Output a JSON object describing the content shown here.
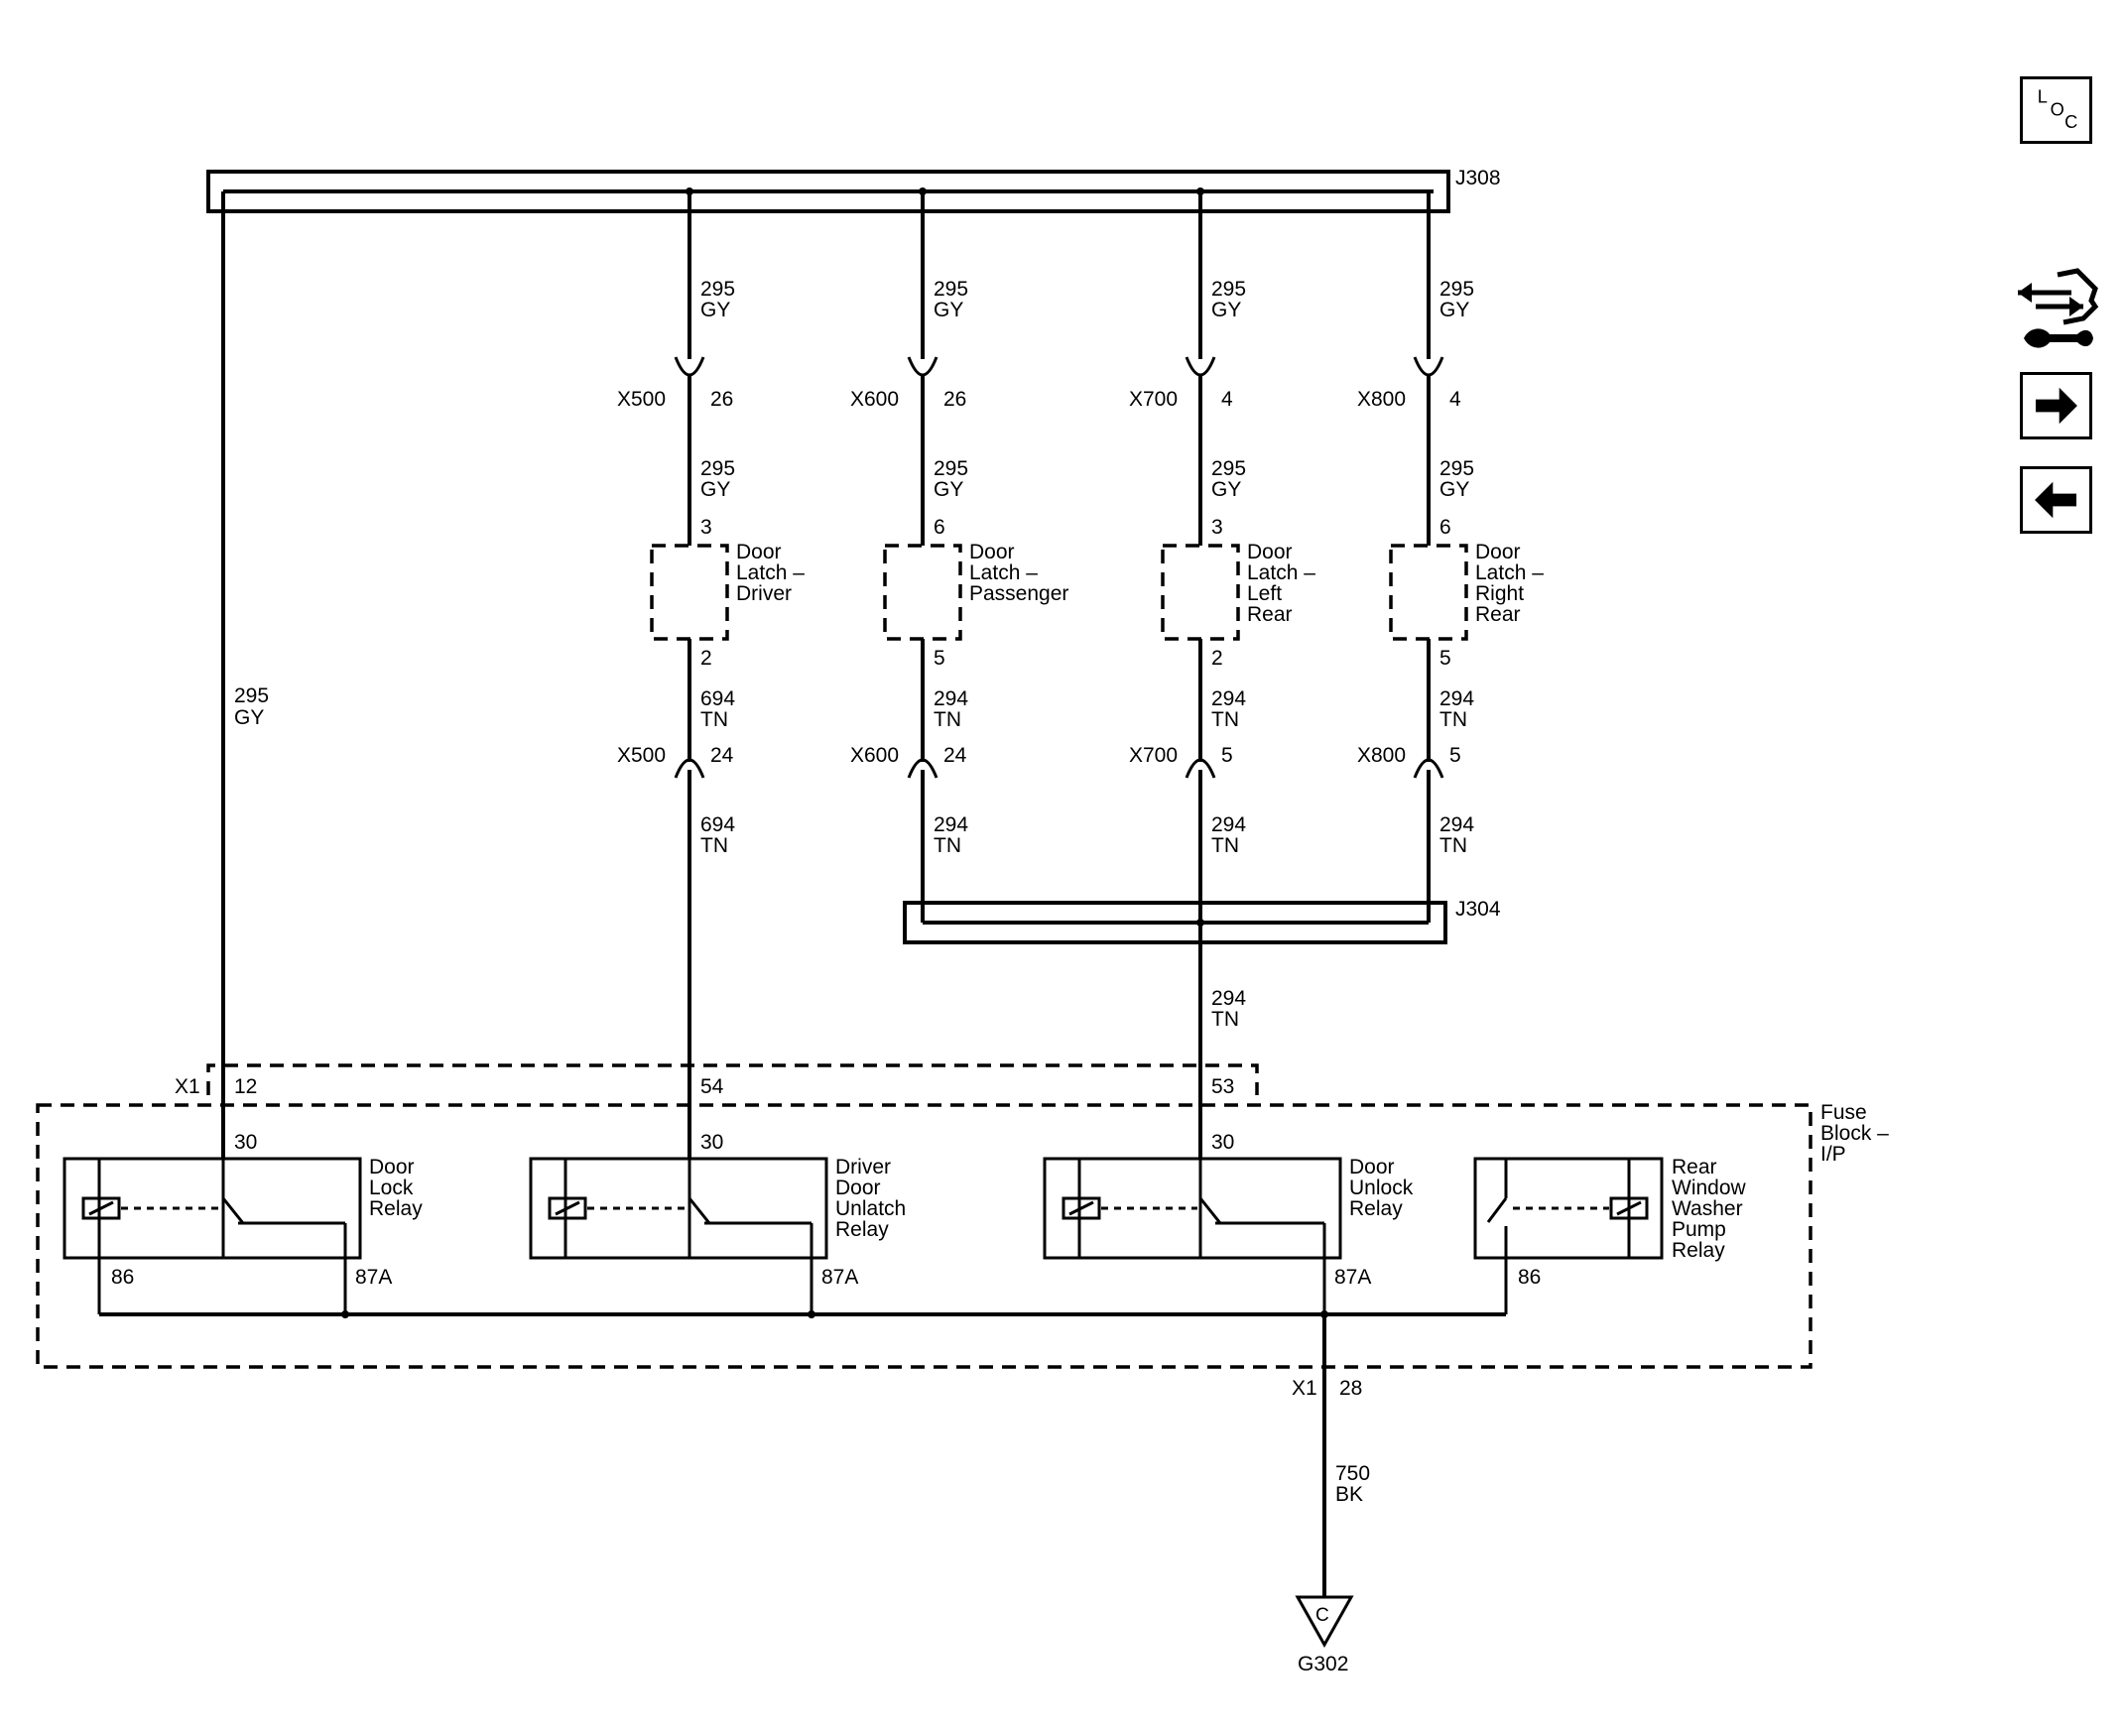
{
  "junctions": {
    "top": "J308",
    "mid": "J304"
  },
  "wires": {
    "feed_left": {
      "circuit": "295",
      "color": "GY"
    },
    "upper": [
      {
        "circuit": "295",
        "color": "GY"
      },
      {
        "circuit": "295",
        "color": "GY"
      },
      {
        "circuit": "295",
        "color": "GY"
      },
      {
        "circuit": "295",
        "color": "GY"
      }
    ],
    "mid_upper": [
      {
        "circuit": "295",
        "color": "GY"
      },
      {
        "circuit": "295",
        "color": "GY"
      },
      {
        "circuit": "295",
        "color": "GY"
      },
      {
        "circuit": "295",
        "color": "GY"
      }
    ],
    "mid_lower": [
      {
        "circuit": "694",
        "color": "TN"
      },
      {
        "circuit": "294",
        "color": "TN"
      },
      {
        "circuit": "294",
        "color": "TN"
      },
      {
        "circuit": "294",
        "color": "TN"
      }
    ],
    "lower": [
      {
        "circuit": "694",
        "color": "TN"
      },
      {
        "circuit": "294",
        "color": "TN"
      },
      {
        "circuit": "294",
        "color": "TN"
      },
      {
        "circuit": "294",
        "color": "TN"
      }
    ],
    "j304_out": {
      "circuit": "294",
      "color": "TN"
    },
    "ground": {
      "circuit": "750",
      "color": "BK"
    }
  },
  "connectors_upper": [
    {
      "name": "X500",
      "pin": "26"
    },
    {
      "name": "X600",
      "pin": "26"
    },
    {
      "name": "X700",
      "pin": "4"
    },
    {
      "name": "X800",
      "pin": "4"
    }
  ],
  "connectors_lower": [
    {
      "name": "X500",
      "pin": "24"
    },
    {
      "name": "X600",
      "pin": "24"
    },
    {
      "name": "X700",
      "pin": "5"
    },
    {
      "name": "X800",
      "pin": "5"
    }
  ],
  "door_latches": [
    {
      "line1": "Door",
      "line2": "Latch –",
      "line3": "Driver",
      "line4": "",
      "pin_top": "3",
      "pin_bottom": "2"
    },
    {
      "line1": "Door",
      "line2": "Latch –",
      "line3": "Passenger",
      "line4": "",
      "pin_top": "6",
      "pin_bottom": "5"
    },
    {
      "line1": "Door",
      "line2": "Latch –",
      "line3": "Left",
      "line4": "Rear",
      "pin_top": "3",
      "pin_bottom": "2"
    },
    {
      "line1": "Door",
      "line2": "Latch –",
      "line3": "Right",
      "line4": "Rear",
      "pin_top": "6",
      "pin_bottom": "5"
    }
  ],
  "fuse_block": {
    "line1": "Fuse",
    "line2": "Block –",
    "line3": "I/P",
    "x1_connector": "X1",
    "x1_pins": [
      "12",
      "54",
      "53"
    ],
    "x1_out_connector": "X1",
    "x1_out_pin": "28"
  },
  "relays": [
    {
      "line1": "Door",
      "line2": "Lock",
      "line3": "Relay",
      "line4": "",
      "line5": "",
      "pin_30": "30",
      "pin_86": "86",
      "pin_87a": "87A"
    },
    {
      "line1": "Driver",
      "line2": "Door",
      "line3": "Unlatch",
      "line4": "Relay",
      "line5": "",
      "pin_30": "30",
      "pin_87a": "87A"
    },
    {
      "line1": "Door",
      "line2": "Unlock",
      "line3": "Relay",
      "line4": "",
      "line5": "",
      "pin_30": "30",
      "pin_87a": "87A"
    },
    {
      "line1": "Rear",
      "line2": "Window",
      "line3": "Washer",
      "line4": "Pump",
      "line5": "Relay",
      "pin_86": "86"
    }
  ],
  "ground": {
    "symbol_letter": "C",
    "name": "G302"
  },
  "nav": {
    "loc_letters": [
      "L",
      "O",
      "C"
    ],
    "icons": [
      "loc-icon",
      "connector-icon",
      "forward-arrow-icon",
      "back-arrow-icon"
    ]
  }
}
